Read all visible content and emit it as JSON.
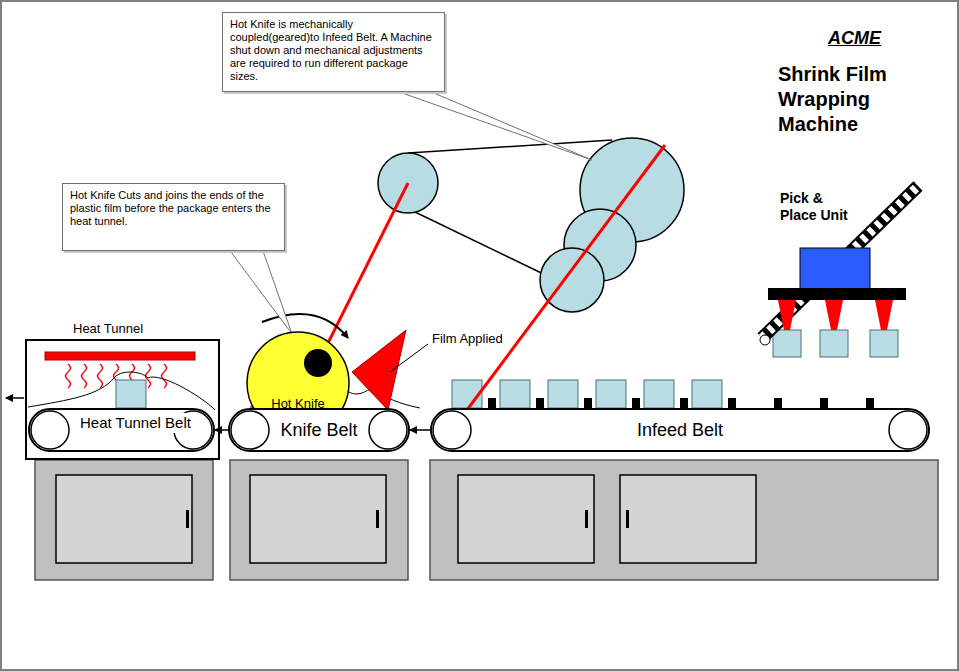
{
  "diagram": {
    "title": "ACME",
    "nodes": [
      {
        "text": [
          "Hot Knife is mechanically coupled(geared)to Infeed Belt. A Machine shut down and mechanical adjustments are required to run different package sizes."
        ]
      },
      {
        "text": [
          "Hot Knife Cuts and joins the ends of the plastic film before the package enters the heat tunnel."
        ]
      },
      {
        "text": [
          "Hot Knife"
        ]
      },
      {
        "text": [
          "Heat Tunnel"
        ]
      },
      {
        "text": [
          "Heat Tunnel Belt"
        ],
        "in": 3
      },
      {
        "text": [
          "Knife Belt"
        ]
      },
      {
        "text": [
          "Infeed Belt"
        ]
      }
    ],
    "edges": [
      {
        "from": 6,
        "to": 5,
        "arrow": "to"
      },
      {
        "from": 5,
        "to": 4,
        "arrow": "to"
      }
    ],
    "labels": [
      "Shrink Film Wrapping Machine",
      "Pick & Place Unit",
      "Film Applied"
    ]
  }
}
